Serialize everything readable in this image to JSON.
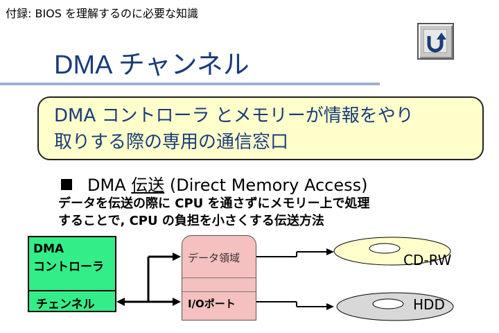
{
  "breadcrumb": "付録: BIOS を理解するのに必要な知識",
  "title": "DMA チャンネル",
  "definition": {
    "line1": "DMA  コントローラ とメモリーが情報をやり",
    "line2": "取りする際の専用の通信窓口"
  },
  "bullet": {
    "term_prefix": "DMA ",
    "term_main": "伝送",
    "term_suffix": "  (Direct Memory Access)"
  },
  "description": {
    "line1": "データを伝送の際に CPU を通さずにメモリー上で処理",
    "line2": "することで, CPU の負担を小さくする伝送方法"
  },
  "diagram": {
    "controller_label_1": "DMA",
    "controller_label_2": "コントローラ",
    "channel_label": "チェンネル",
    "memory_data_label": "データ領域",
    "port_label": "I/Oポート",
    "cdrw_label": "CD-RW",
    "hdd_label": "HDD"
  },
  "colors": {
    "title": "#1a3c78",
    "definition_bg": "#ffffcc",
    "controller_bg": "#33ee88",
    "memory_bg": "#f4c0c0",
    "cdrw_disk": "#ffffcc",
    "hdd_disk": "#d8d8d8"
  },
  "icons": {
    "back_button": "u-turn-arrow-icon"
  }
}
